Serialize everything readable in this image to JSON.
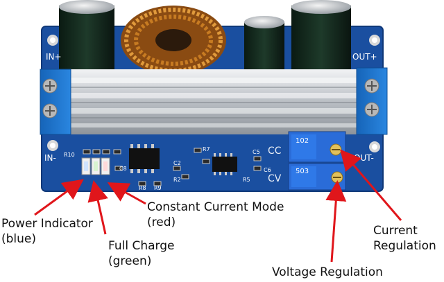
{
  "board": {
    "terminals": {
      "in_plus": "IN+",
      "in_minus": "IN-",
      "out_plus": "OUT+",
      "out_minus": "OUT-"
    },
    "silkscreen": {
      "cc": "CC",
      "cv": "CV",
      "r10": "R10",
      "c8": "C8",
      "r7": "R7",
      "c2": "C2",
      "r2": "R2",
      "r5": "R5",
      "c5": "C5",
      "c6": "C6",
      "r8": "R8",
      "r9": "R9"
    },
    "pot_top_marking": "102",
    "pot_bottom_marking": "503"
  },
  "annotations": {
    "power_indicator": {
      "line1": "Power Indicator",
      "line2": "(blue)"
    },
    "full_charge": {
      "line1": "Full Charge",
      "line2": "(green)"
    },
    "constant_current": {
      "line1": "Constant Current Mode",
      "line2": "(red)"
    },
    "current_regulation": {
      "line1": "Current",
      "line2": "Regulation"
    },
    "voltage_regulation": {
      "line1": "Voltage Regulation"
    }
  },
  "colors": {
    "pcb": "#1a4fa0",
    "heatsink": "#c9cdd2",
    "terminal": "#1e6fc4",
    "arrow": "#e0161b"
  }
}
